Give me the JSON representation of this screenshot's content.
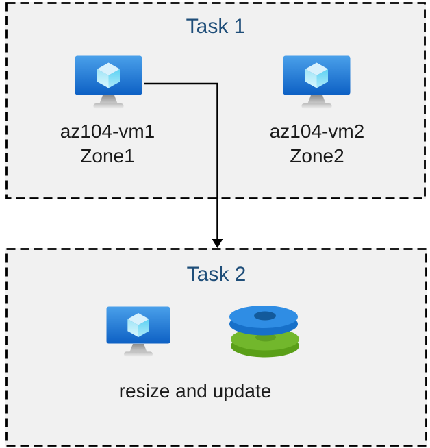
{
  "diagram": {
    "task1": {
      "title": "Task 1",
      "vms": [
        {
          "name": "az104-vm1",
          "zone": "Zone1"
        },
        {
          "name": "az104-vm2",
          "zone": "Zone2"
        }
      ]
    },
    "task2": {
      "title": "Task 2",
      "caption": "resize and update"
    },
    "connector": {
      "from": "az104-vm1",
      "to": "Task 2",
      "style": "elbow-arrow-down"
    },
    "icons": {
      "vm": "virtual-machine-icon",
      "disks": "managed-disks-icon",
      "arrow": "arrow-down-icon"
    },
    "colors": {
      "title_text": "#1f4e79",
      "label_text": "#1a1a1a",
      "box_background": "#f1f1f1",
      "box_border": "#000000",
      "vm_screen_top": "#4aa0ea",
      "vm_screen_bottom": "#0d60c4",
      "cube_top": "#d8f1fc",
      "disk_blue_top": "#2f8de4",
      "disk_blue_side": "#1770c9",
      "disk_blue_hole": "#135a9b",
      "disk_green_top": "#72b72c",
      "disk_green_side": "#5a9f18",
      "disk_green_hole": "#5d9f22"
    }
  }
}
